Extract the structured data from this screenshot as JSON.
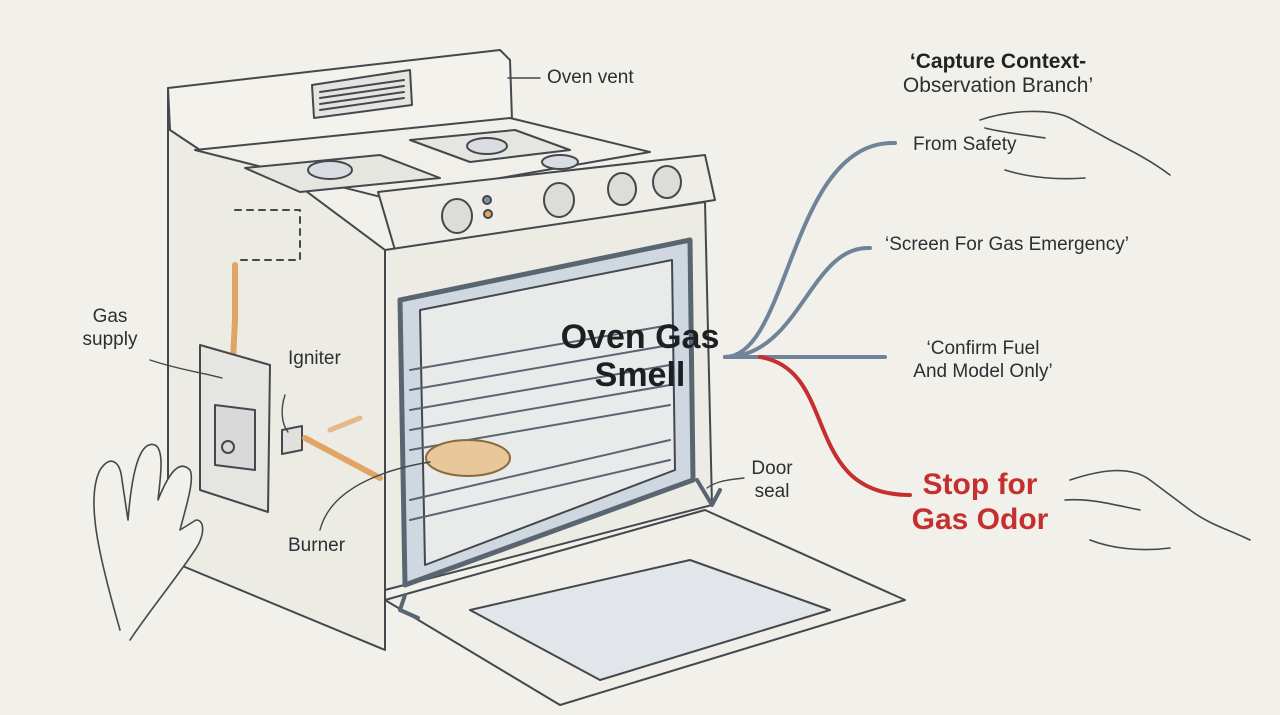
{
  "title": {
    "line1": "‘Capture Context-",
    "line2": "Observation Branch’"
  },
  "central_topic": {
    "line1": "Oven Gas",
    "line2": "Smell"
  },
  "branches": {
    "from_safety": "From Safety",
    "screen_emergency": "‘Screen For Gas Emergency’",
    "confirm_line1": "‘Confirm Fuel",
    "confirm_line2": "And Model Only’",
    "stop_line1": "Stop for",
    "stop_line2": "Gas Odor"
  },
  "callouts": {
    "oven_vent": "Oven vent",
    "gas_supply_line1": "Gas",
    "gas_supply_line2": "supply",
    "igniter": "Igniter",
    "burner": "Burner",
    "door_seal_line1": "Door",
    "door_seal_line2": "seal"
  },
  "colors": {
    "background": "#f1f0ea",
    "branch_blue": "#6f8399",
    "stop_red": "#c62f2f",
    "gas_line_orange": "#e0a464",
    "ink": "#44484d"
  }
}
